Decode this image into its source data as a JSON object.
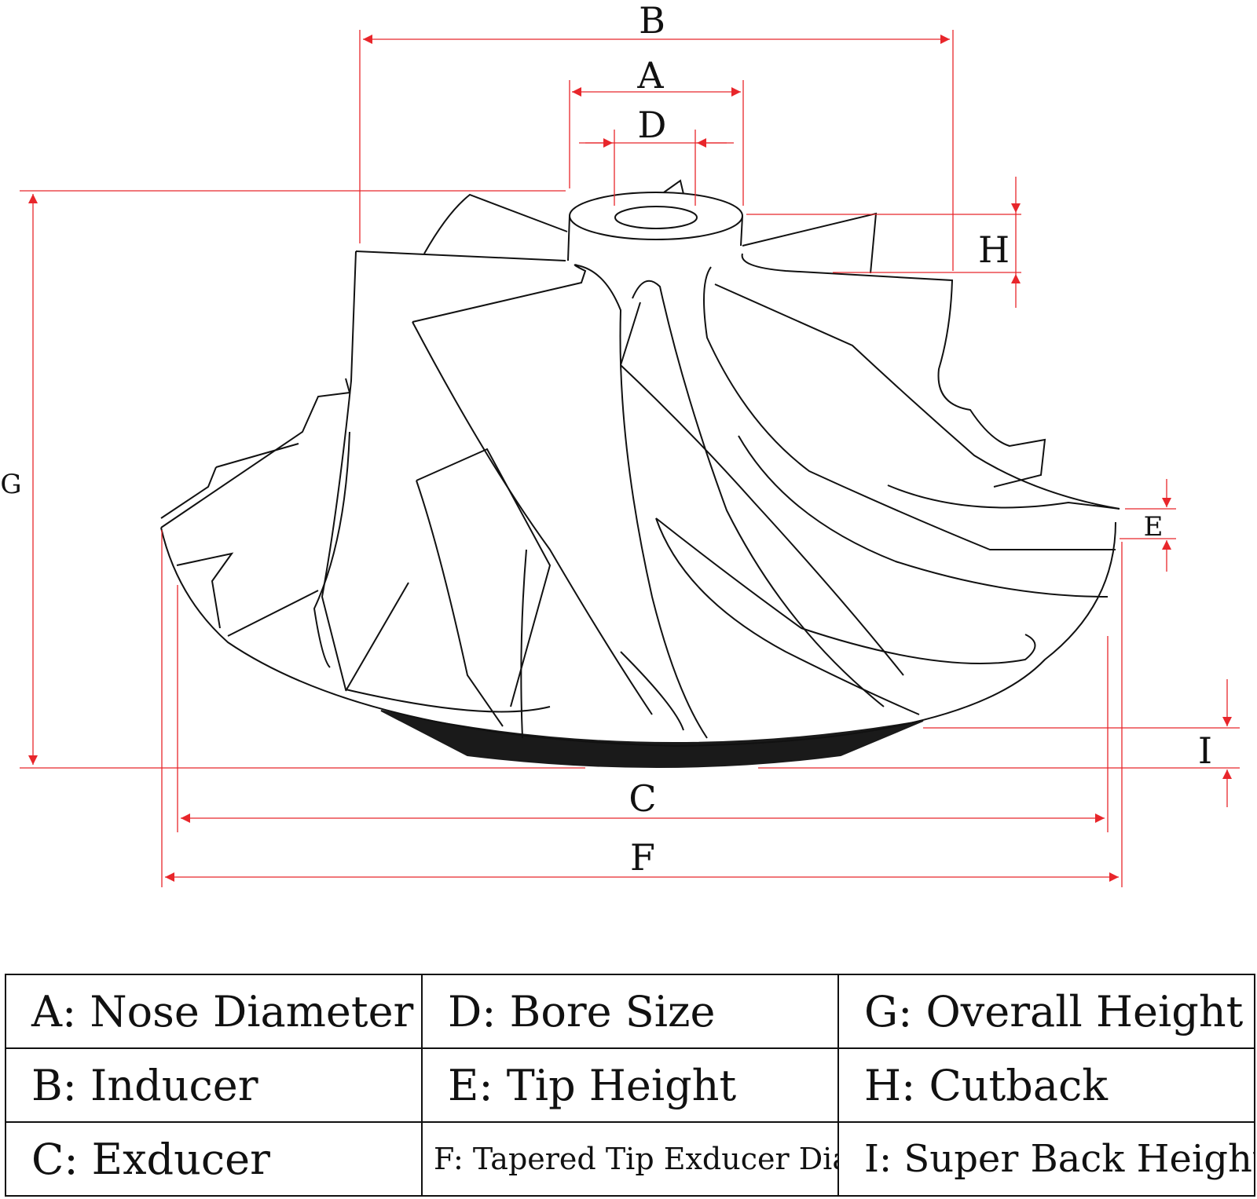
{
  "dimension_letters": {
    "a": "A",
    "b": "B",
    "c": "C",
    "d": "D",
    "e": "E",
    "f": "F",
    "g": "G",
    "h": "H",
    "i": "I"
  },
  "legend": {
    "rows": [
      [
        "A: Nose Diameter",
        "D: Bore Size",
        "G: Overall Height"
      ],
      [
        "B: Inducer",
        "E: Tip Height",
        "H: Cutback"
      ],
      [
        "C: Exducer",
        "F: Tapered Tip Exducer Dia.",
        "I: Super Back Height"
      ]
    ]
  },
  "colors": {
    "dimension_lines": "#e8262b",
    "outline": "#111111"
  }
}
